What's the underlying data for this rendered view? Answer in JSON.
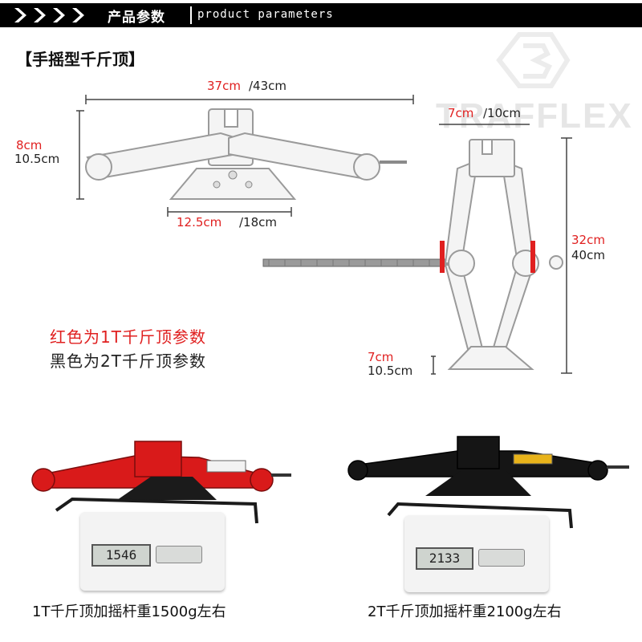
{
  "header": {
    "title_cn": "产品参数",
    "title_en": "product parameters"
  },
  "section_title": "【手摇型千斤顶】",
  "watermark": {
    "brand": "TRAFFLEX"
  },
  "side_view": {
    "length_red": "37cm",
    "length_black": "/43cm",
    "height_red": "8cm",
    "height_black": "10.5cm",
    "base_red": "12.5cm",
    "base_black": "/18cm"
  },
  "front_view": {
    "top_red": "7cm",
    "top_black": "/10cm",
    "height_red": "32cm",
    "height_black": "40cm",
    "base_red": "7cm",
    "base_black": "10.5cm"
  },
  "legend": {
    "red_line": "红色为1T千斤顶参数",
    "black_line": "黑色为2T千斤顶参数"
  },
  "photos": {
    "left_caption": "1T千斤顶加摇杆重1500g左右",
    "left_reading": "1546",
    "right_caption": "2T千斤顶加摇杆重2100g左右",
    "right_reading": "2133"
  },
  "colors": {
    "accent_red": "#e02020",
    "header_bg": "#000000",
    "jack_red": "#d91a1a",
    "jack_black": "#151515"
  },
  "icons": [
    "chevron-right-icon",
    "brand-logo-icon"
  ]
}
